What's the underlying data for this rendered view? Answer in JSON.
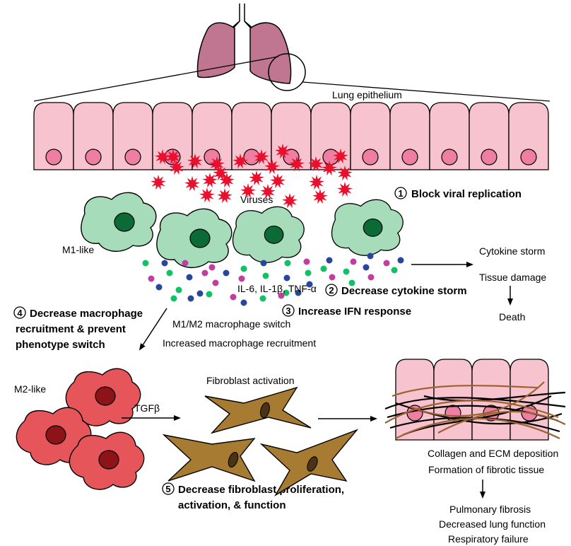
{
  "labels": {
    "lung_epithelium": "Lung epithelium",
    "viruses": "Viruses",
    "m1_like": "M1-like",
    "cytokines": "IL-6, IL-1β, TNF-α",
    "cytokine_storm": "Cytokine storm",
    "tissue_damage": "Tissue damage",
    "death": "Death",
    "m1m2_switch": "M1/M2 macrophage switch",
    "increased_recruitment": "Increased macrophage recruitment",
    "m2_like": "M2-like",
    "tgfb": "TGFβ",
    "fibroblast_activation": "Fibroblast activation",
    "collagen": "Collagen and ECM deposition",
    "fibrotic_tissue": "Formation of fibrotic tissue",
    "pulmonary_fibrosis": "Pulmonary fibrosis",
    "decreased_lung_function": "Decreased lung function",
    "respiratory_failure": "Respiratory failure"
  },
  "interventions": [
    {
      "number": "1",
      "lines": [
        "Block viral replication"
      ]
    },
    {
      "number": "2",
      "lines": [
        "Decrease cytokine storm"
      ]
    },
    {
      "number": "3",
      "lines": [
        "Increase IFN response"
      ]
    },
    {
      "number": "4",
      "lines": [
        "Decrease macrophage",
        "recruitment & prevent",
        "phenotype switch"
      ]
    },
    {
      "number": "5",
      "lines": [
        "Decrease fibroblast proliferation,",
        "activation, & function"
      ]
    }
  ],
  "colors": {
    "epithelium": "#f7c3cf",
    "nucleus": "#ef7fa2",
    "lung": "#c07690",
    "virus": "#e8102c",
    "m1_cell": "#a6dcb9",
    "m1_nucleus": "#0b6b36",
    "m2_cell": "#e5555a",
    "m2_nucleus": "#8c1418",
    "fibroblast": "#a77c32",
    "fibroblast_nucleus": "#4a3215",
    "collagen_brown": "#9b6233",
    "cytokine_green": "#12c163",
    "cytokine_pink": "#c23e9e",
    "cytokine_blue": "#28479c"
  }
}
